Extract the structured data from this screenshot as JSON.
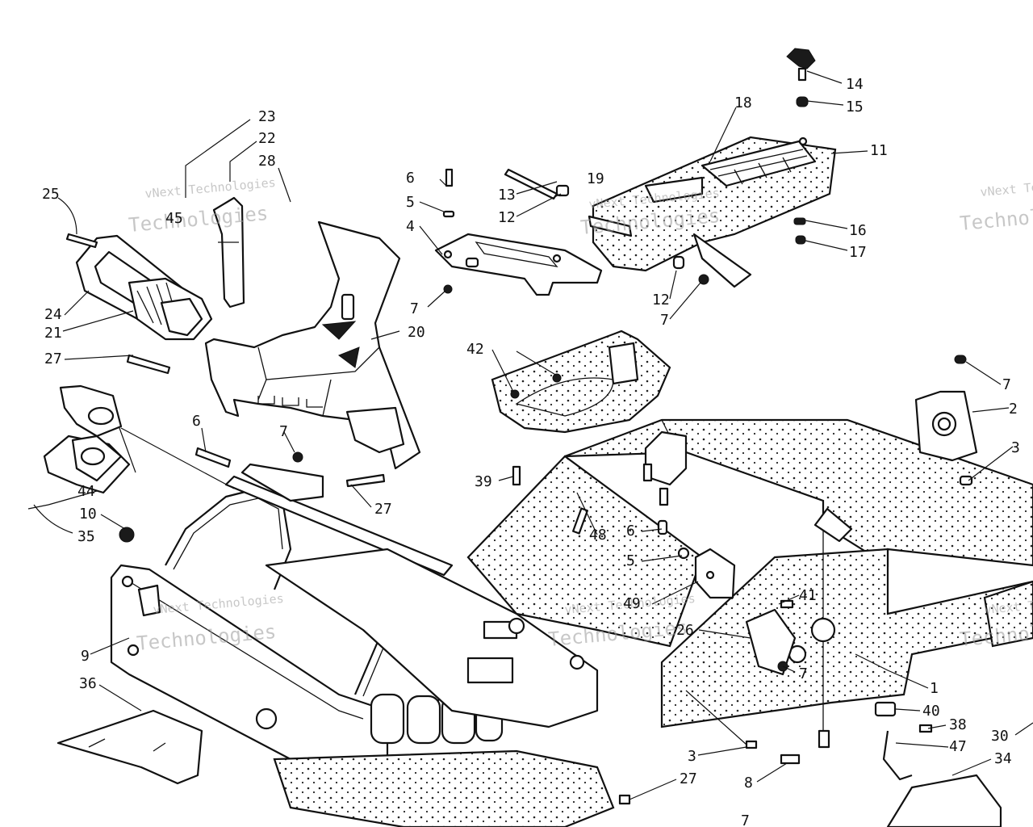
{
  "watermark": {
    "brand": "vNext Technologies",
    "line1": "vNext",
    "line2": "Technologies"
  },
  "callouts": [
    {
      "id": "c1",
      "label": "1"
    },
    {
      "id": "c2",
      "label": "2"
    },
    {
      "id": "c3a",
      "label": "3"
    },
    {
      "id": "c3b",
      "label": "3"
    },
    {
      "id": "c4",
      "label": "4"
    },
    {
      "id": "c5a",
      "label": "5"
    },
    {
      "id": "c5b",
      "label": "5"
    },
    {
      "id": "c6a",
      "label": "6"
    },
    {
      "id": "c6b",
      "label": "6"
    },
    {
      "id": "c6c",
      "label": "6"
    },
    {
      "id": "c7a",
      "label": "7"
    },
    {
      "id": "c7b",
      "label": "7"
    },
    {
      "id": "c7c",
      "label": "7"
    },
    {
      "id": "c7d",
      "label": "7"
    },
    {
      "id": "c7e",
      "label": "7"
    },
    {
      "id": "c7f",
      "label": "7"
    },
    {
      "id": "c8",
      "label": "8"
    },
    {
      "id": "c9",
      "label": "9"
    },
    {
      "id": "c10",
      "label": "10"
    },
    {
      "id": "c11",
      "label": "11"
    },
    {
      "id": "c12a",
      "label": "12"
    },
    {
      "id": "c12b",
      "label": "12"
    },
    {
      "id": "c13",
      "label": "13"
    },
    {
      "id": "c14",
      "label": "14"
    },
    {
      "id": "c15",
      "label": "15"
    },
    {
      "id": "c16",
      "label": "16"
    },
    {
      "id": "c17",
      "label": "17"
    },
    {
      "id": "c18",
      "label": "18"
    },
    {
      "id": "c19",
      "label": "19"
    },
    {
      "id": "c20",
      "label": "20"
    },
    {
      "id": "c21",
      "label": "21"
    },
    {
      "id": "c22",
      "label": "22"
    },
    {
      "id": "c23",
      "label": "23"
    },
    {
      "id": "c24",
      "label": "24"
    },
    {
      "id": "c25",
      "label": "25"
    },
    {
      "id": "c26",
      "label": "26"
    },
    {
      "id": "c27a",
      "label": "27"
    },
    {
      "id": "c27b",
      "label": "27"
    },
    {
      "id": "c27c",
      "label": "27"
    },
    {
      "id": "c28",
      "label": "28"
    },
    {
      "id": "c30",
      "label": "30"
    },
    {
      "id": "c34",
      "label": "34"
    },
    {
      "id": "c35",
      "label": "35"
    },
    {
      "id": "c36",
      "label": "36"
    },
    {
      "id": "c38",
      "label": "38"
    },
    {
      "id": "c39",
      "label": "39"
    },
    {
      "id": "c40",
      "label": "40"
    },
    {
      "id": "c41",
      "label": "41"
    },
    {
      "id": "c42",
      "label": "42"
    },
    {
      "id": "c44",
      "label": "44"
    },
    {
      "id": "c45",
      "label": "45"
    },
    {
      "id": "c47",
      "label": "47"
    },
    {
      "id": "c48",
      "label": "48"
    },
    {
      "id": "c49",
      "label": "49"
    }
  ]
}
